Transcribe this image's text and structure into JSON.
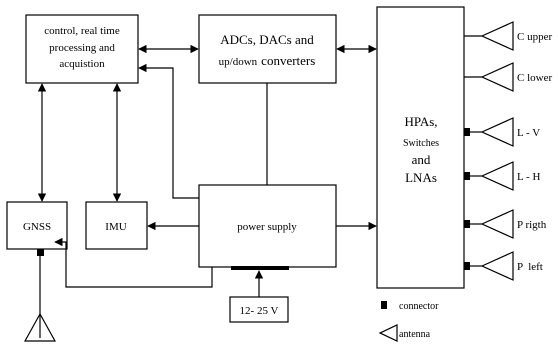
{
  "blocks": {
    "control": [
      "control, real time",
      "processing and",
      "acquistion"
    ],
    "adcs": [
      "ADCs, DACs and"
    ],
    "adcs_line2": {
      "small": "up/down",
      "large": "converters"
    },
    "hpa": {
      "l1": "HPAs,",
      "l2": "Switches",
      "l3": "and",
      "l4": "LNAs"
    },
    "gnss": "GNSS",
    "imu": "IMU",
    "power": "power supply",
    "voltage": "12- 25 V"
  },
  "antennas": [
    "C upper",
    "C lower",
    "L - V",
    "L - H",
    "P rigth",
    "P  left"
  ],
  "legend": {
    "connector": "connector",
    "antenna": "antenna"
  }
}
